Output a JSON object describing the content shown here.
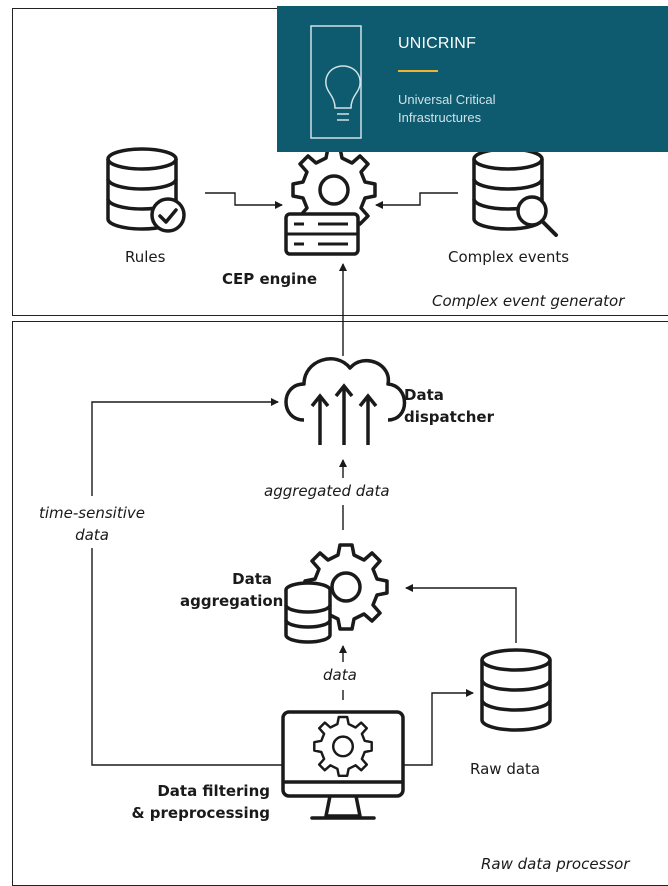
{
  "badge": {
    "title": "UNICRINF",
    "subtitle_line1": "Universal Critical",
    "subtitle_line2": "Infrastructures"
  },
  "top_panel": {
    "caption": "Complex event generator",
    "rules_label": "Rules",
    "complex_events_label": "Complex events",
    "cep_engine_label": "CEP engine"
  },
  "bottom_panel": {
    "caption": "Raw data processor",
    "dispatcher_line1": "Data",
    "dispatcher_line2": "dispatcher",
    "aggregated_data_label": "aggregated data",
    "time_sensitive_line1": "time-sensitive",
    "time_sensitive_line2": "data",
    "aggregation_line1": "Data",
    "aggregation_line2": "aggregation",
    "data_label": "data",
    "raw_data_label": "Raw data",
    "filtering_line1": "Data filtering",
    "filtering_line2": "& preprocessing"
  },
  "colors": {
    "badge_bg": "#0e5a6e",
    "badge_accent": "#f2b233",
    "stroke": "#1a1a1a"
  }
}
